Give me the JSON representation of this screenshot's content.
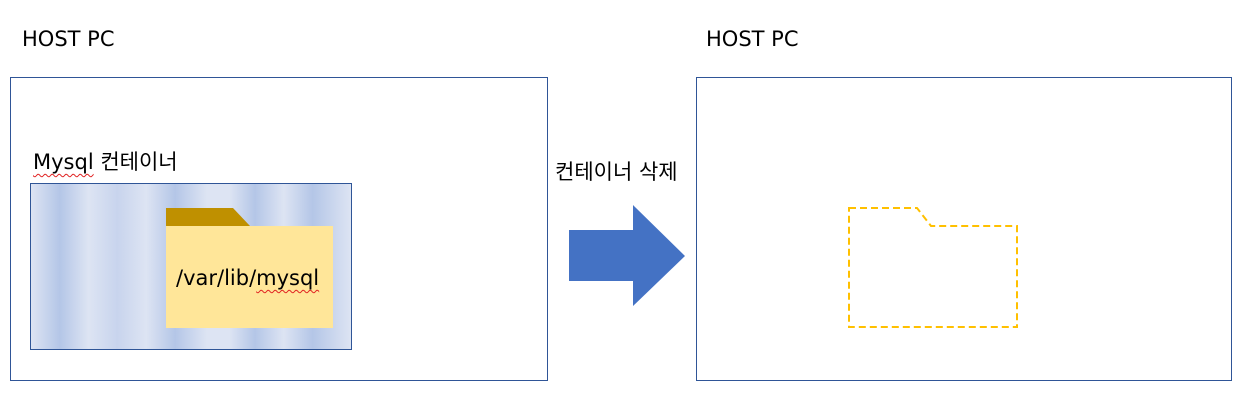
{
  "left_host": {
    "title": "HOST PC",
    "container": {
      "label_prefix": "Mysql",
      "label_suffix": " 컨테이너",
      "folder_path_prefix": "/var/lib/",
      "folder_path_suffix": "mysql"
    }
  },
  "action": {
    "label": "컨테이너 삭제"
  },
  "right_host": {
    "title": "HOST PC"
  },
  "colors": {
    "box_border": "#2F5597",
    "arrow": "#4472C4",
    "folder_tab": "#BF9000",
    "folder_body": "#FFE699",
    "empty_folder_outline": "#FFC000",
    "container_light": "#DDE4F3",
    "container_dark": "#B4C6E7"
  },
  "icons": {
    "arrow": "right-arrow-icon",
    "folder": "folder-icon",
    "empty_folder": "empty-folder-outline-icon"
  }
}
